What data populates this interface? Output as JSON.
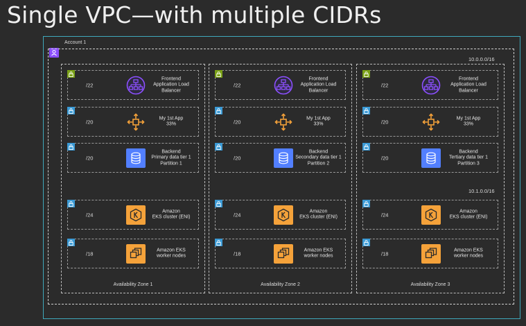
{
  "title": "Single VPC—with multiple CIDRs",
  "account_label": "Account 1",
  "cidrs": [
    "10.0.0.0/16",
    "10.1.0.0/16"
  ],
  "colors": {
    "account_border": "#3fa9bd",
    "public_subnet": "#7aa116",
    "private_subnet": "#3b9ad5",
    "alb": "#8c4fff",
    "compute": "#f5a23a",
    "db": "#527fff"
  },
  "zones": [
    {
      "label": "Availability Zone 1",
      "subnets": [
        {
          "mask": "/22",
          "lines": [
            "Frontend",
            "Application Load Balancer"
          ],
          "icon": "load-balancer-icon"
        },
        {
          "mask": "/20",
          "lines": [
            "My 1st App",
            "33%"
          ],
          "icon": "app-icon"
        },
        {
          "mask": "/20",
          "lines": [
            "Backend",
            "Primary data tier 1",
            "Partition 1"
          ],
          "icon": "database-icon"
        },
        {
          "mask": "/24",
          "lines": [
            "Amazon",
            "EKS cluster (ENI)"
          ],
          "icon": "eks-icon"
        },
        {
          "mask": "/18",
          "lines": [
            "Amazon EKS",
            "worker nodes"
          ],
          "icon": "nodes-icon"
        }
      ]
    },
    {
      "label": "Availability Zone 2",
      "subnets": [
        {
          "mask": "/22",
          "lines": [
            "Frontend",
            "Application Load Balancer"
          ],
          "icon": "load-balancer-icon"
        },
        {
          "mask": "/20",
          "lines": [
            "My 1st App",
            "33%"
          ],
          "icon": "app-icon"
        },
        {
          "mask": "/20",
          "lines": [
            "Backend",
            "Secondary data tier 1",
            "Partition 2"
          ],
          "icon": "database-icon"
        },
        {
          "mask": "/24",
          "lines": [
            "Amazon",
            "EKS cluster (ENI)"
          ],
          "icon": "eks-icon"
        },
        {
          "mask": "/18",
          "lines": [
            "Amazon EKS",
            "worker nodes"
          ],
          "icon": "nodes-icon"
        }
      ]
    },
    {
      "label": "Availability Zone 3",
      "subnets": [
        {
          "mask": "/22",
          "lines": [
            "Frontend",
            "Application Load Balancer"
          ],
          "icon": "load-balancer-icon"
        },
        {
          "mask": "/20",
          "lines": [
            "My 1st App",
            "33%"
          ],
          "icon": "app-icon"
        },
        {
          "mask": "/20",
          "lines": [
            "Backend",
            "Tertiary data tier 1",
            "Partition 3"
          ],
          "icon": "database-icon"
        },
        {
          "mask": "/24",
          "lines": [
            "Amazon",
            "EKS cluster (ENI)"
          ],
          "icon": "eks-icon"
        },
        {
          "mask": "/18",
          "lines": [
            "Amazon EKS",
            "worker nodes"
          ],
          "icon": "nodes-icon"
        }
      ]
    }
  ]
}
